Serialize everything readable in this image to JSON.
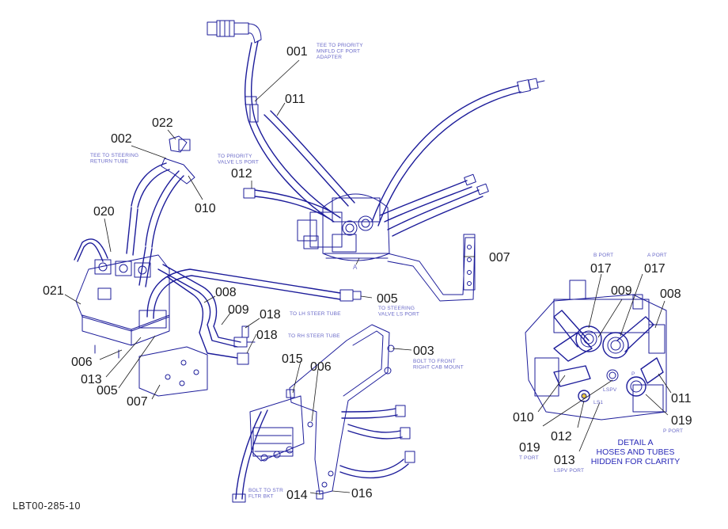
{
  "figure_id": "LBT00-285-10",
  "colors": {
    "line_art": "#1c1c9a",
    "callout_text": "#1a1a1a",
    "note_text": "#6a6ac8"
  },
  "callouts": {
    "c001": "001",
    "c011": "011",
    "c002": "002",
    "c022": "022",
    "c010a": "010",
    "c012a": "012",
    "c020": "020",
    "c007a": "007",
    "c021": "021",
    "c008a": "008",
    "c005a": "005",
    "c009a": "009",
    "c018a": "018",
    "c018b": "018",
    "c006a": "006",
    "c013a": "013",
    "c005b": "005",
    "c007b": "007",
    "c003": "003",
    "c015": "015",
    "c006b": "006",
    "c014": "014",
    "c016": "016",
    "c017a": "017",
    "c009b": "009",
    "c017b": "017",
    "c008b": "008",
    "c011b": "011",
    "c010b": "010",
    "c019a": "019",
    "c019b": "019",
    "c012b": "012",
    "c013b": "013"
  },
  "notes": {
    "tee_priority": [
      "TEE TO PRIORITY",
      "MNFLD CF PORT",
      "ADAPTER"
    ],
    "tee_steering": [
      "TEE TO STEERING",
      "RETURN TUBE"
    ],
    "to_priority": [
      "TO PRIORITY",
      "VALVE LS PORT"
    ],
    "to_steering": [
      "TO STEERING",
      "VALVE LS PORT"
    ],
    "to_lh": [
      "TO LH STEER TUBE"
    ],
    "to_rh": [
      "TO RH STEER TUBE"
    ],
    "bolt_front": [
      "BOLT TO FRONT",
      "RIGHT CAB MOUNT"
    ],
    "bolt_str": [
      "BOLT TO STR",
      "FLTR BKT"
    ],
    "b_port": "B PORT",
    "a_port": "A PORT",
    "t_port": "T PORT",
    "p_port": "P PORT",
    "lspv_port": "LSPV PORT",
    "lspv": "LSPV",
    "ls1": "LS1",
    "p": "P",
    "section_a": "A"
  },
  "detail": [
    "DETAIL  A",
    "HOSES AND TUBES",
    "HIDDEN FOR CLARITY"
  ]
}
